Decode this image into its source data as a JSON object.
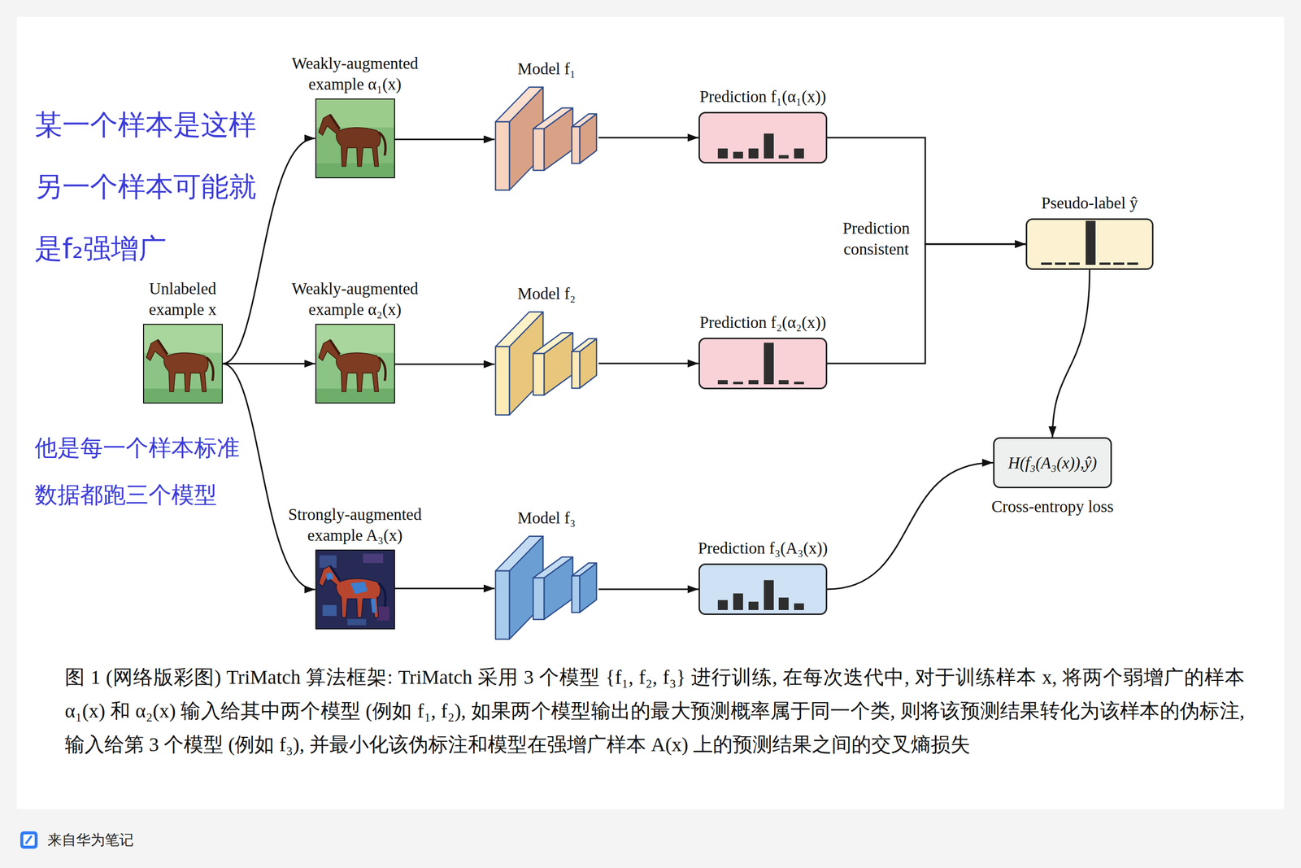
{
  "diagram": {
    "caption": "图 1 (网络版彩图) TriMatch 算法框架: TriMatch 采用 3 个模型 {f₁, f₂, f₃} 进行训练, 在每次迭代中, 对于训练样本 x, 将两个弱增广的样本 α₁(x) 和 α₂(x) 输入给其中两个模型 (例如 f₁, f₂), 如果两个模型输出的最大预测概率属于同一个类, 则将该预测结果转化为该样本的伪标注, 输入给第 3 个模型 (例如 f₃), 并最小化该伪标注和模型在强增广样本 A(x) 上的预测结果之间的交叉熵损失",
    "nodes": [
      {
        "text": [
          "Unlabeled example x"
        ]
      },
      {
        "text": [
          "Weakly-augmented example α₁(x)"
        ]
      },
      {
        "text": [
          "Model f₁"
        ]
      },
      {
        "text": [
          "Prediction f₁(α₁(x))"
        ]
      },
      {
        "text": [
          "Weakly-augmented example α₂(x)"
        ]
      },
      {
        "text": [
          "Model f₂"
        ]
      },
      {
        "text": [
          "Prediction f₂(α₂(x))"
        ]
      },
      {
        "text": [
          "Pseudo-label ŷ"
        ]
      },
      {
        "text": [
          "Strongly-augmented example A₃(x)"
        ]
      },
      {
        "text": [
          "Model f₃"
        ]
      },
      {
        "text": [
          "Prediction f₃(A₃(x))"
        ]
      },
      {
        "text": [
          "H(f₃(A₃(x)),ŷ)",
          "Cross-entropy loss"
        ]
      }
    ],
    "edges": [
      {
        "from": 0,
        "to": 1,
        "arrow": "to"
      },
      {
        "from": 0,
        "to": 4,
        "arrow": "to"
      },
      {
        "from": 0,
        "to": 8,
        "arrow": "to"
      },
      {
        "from": 1,
        "to": 2,
        "arrow": "to"
      },
      {
        "from": 4,
        "to": 5,
        "arrow": "to"
      },
      {
        "from": 8,
        "to": 9,
        "arrow": "to"
      },
      {
        "from": 2,
        "to": 3,
        "arrow": "to"
      },
      {
        "from": 5,
        "to": 6,
        "arrow": "to"
      },
      {
        "from": 9,
        "to": 10,
        "arrow": "to"
      },
      {
        "from": 3,
        "to": 7,
        "label": "Prediction consistent",
        "arrow": "to"
      },
      {
        "from": 6,
        "to": 7,
        "arrow": "to"
      },
      {
        "from": 7,
        "to": 11,
        "arrow": "to"
      },
      {
        "from": 10,
        "to": 11,
        "arrow": "to"
      }
    ],
    "labels": [
      "某一个样本是这样 另一个样本可能就 是f₂强增广",
      "他是每一个样本标准 数据都跑三个模型",
      "来自华为笔记"
    ]
  }
}
